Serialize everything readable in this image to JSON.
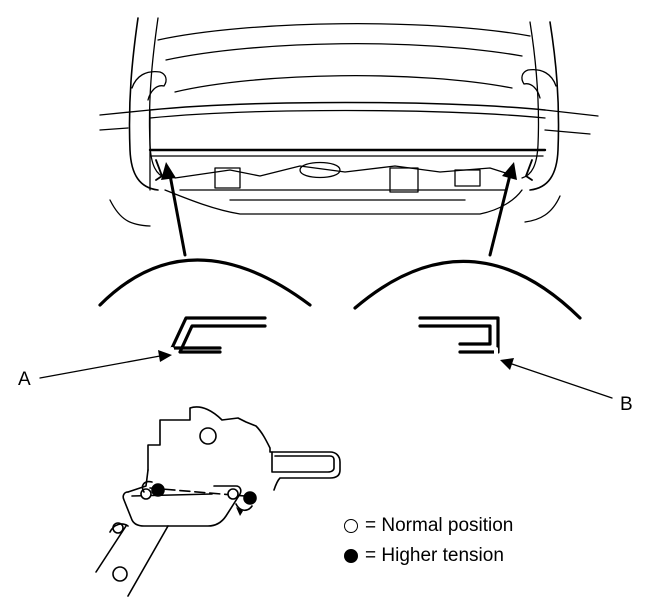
{
  "callouts": {
    "a": "A",
    "b": "B"
  },
  "legend": {
    "normal_symbol": "open-circle",
    "normal_text": "= Normal position",
    "higher_symbol": "filled-circle",
    "higher_text": "= Higher tension"
  }
}
